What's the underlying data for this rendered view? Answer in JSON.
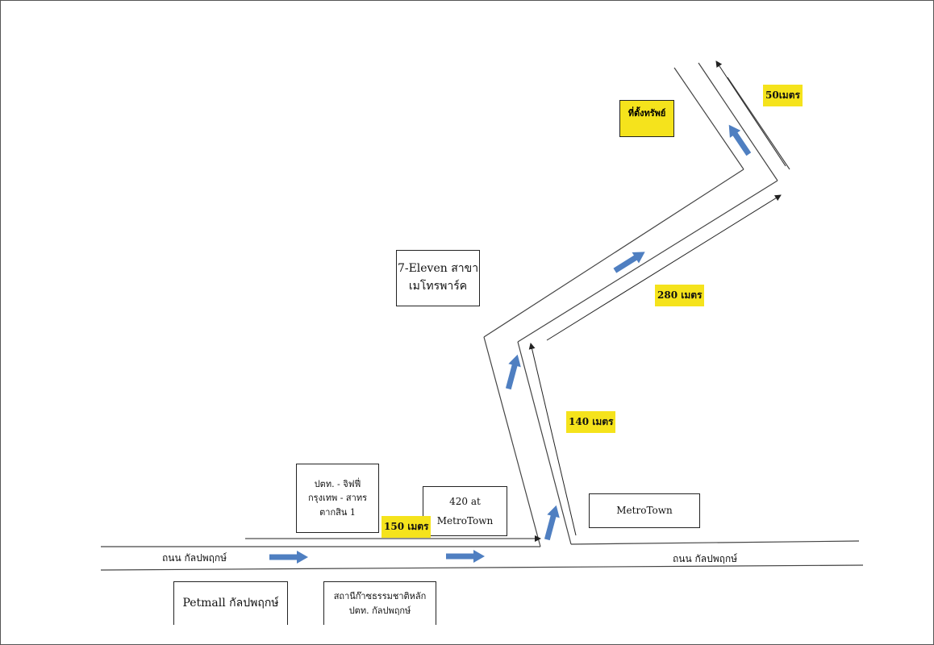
{
  "landmarks": {
    "seven_eleven": [
      "7-Eleven สาขา",
      "เมโทรพาร์ค"
    ],
    "ptt_shop": [
      "ปตท. - จิฟฟี่",
      "กรุงเทพ - สาทร",
      "ตากสิน 1"
    ],
    "metrotown_420": [
      "420 at",
      "MetroTown"
    ],
    "metrotown": "MetroTown",
    "petmall": "Petmall กัลปพฤกษ์",
    "ptt_station": [
      "สถานีก๊าซธรรมชาติหลัก",
      "ปตท. กัลปพฤกษ์"
    ],
    "destination": "ที่ตั้งทรัพย์"
  },
  "distances": {
    "d50": "50เมตร",
    "d280": "280 เมตร",
    "d140": "140 เมตร",
    "d150": "150 เมตร"
  },
  "roads": {
    "left_label": "ถนน กัลปพฤกษ์",
    "right_label": "ถนน กัลปพฤกษ์"
  },
  "colors": {
    "highlight": "#f5e31c",
    "arrow_blue": "#4f7fc1",
    "line": "#333333"
  }
}
